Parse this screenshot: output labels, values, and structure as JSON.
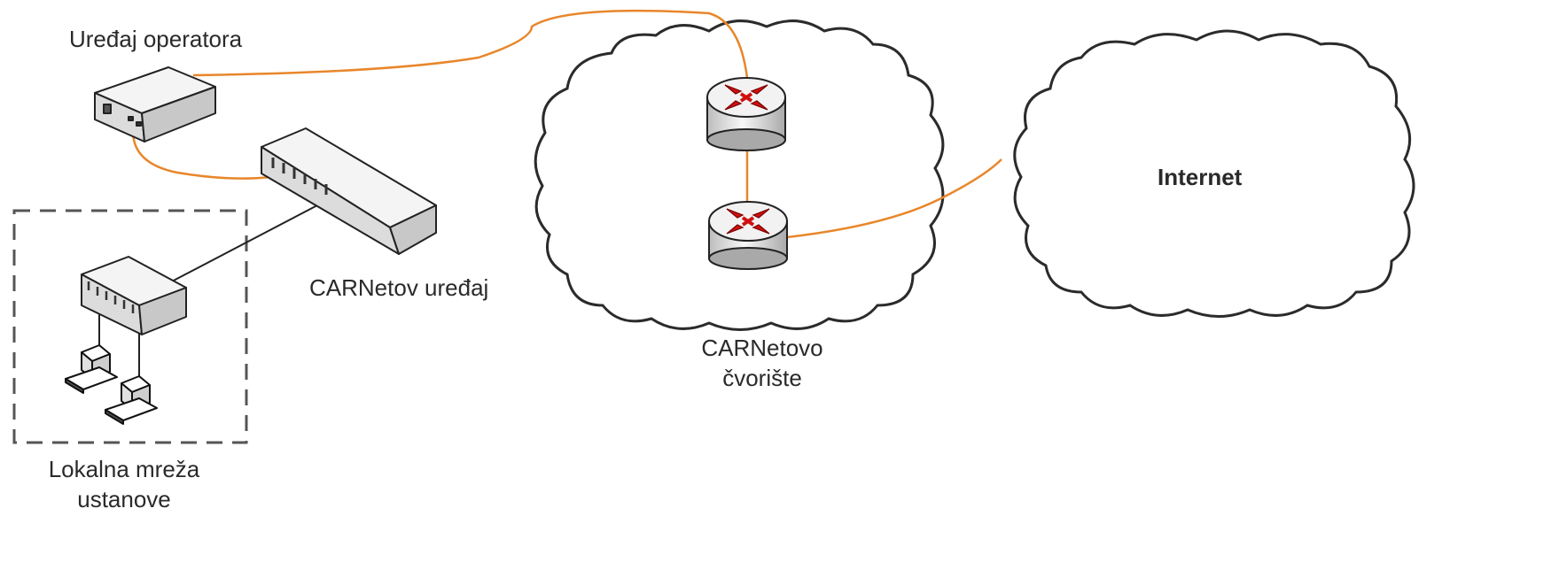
{
  "labels": {
    "operator_device": "Uređaj operatora",
    "carnet_device": "CARNetov uređaj",
    "carnet_node_line1": "CARNetovo",
    "carnet_node_line2": "čvorište",
    "internet": "Internet",
    "local_network_line1": "Lokalna mreža",
    "local_network_line2": "ustanove"
  },
  "colors": {
    "fiber_link": "#e8862a",
    "copper_link": "#222222",
    "router_arrows": "#d01010",
    "device_top": "#f4f4f4",
    "device_side": "#c8c8c8",
    "lan_boundary": "#555555"
  }
}
